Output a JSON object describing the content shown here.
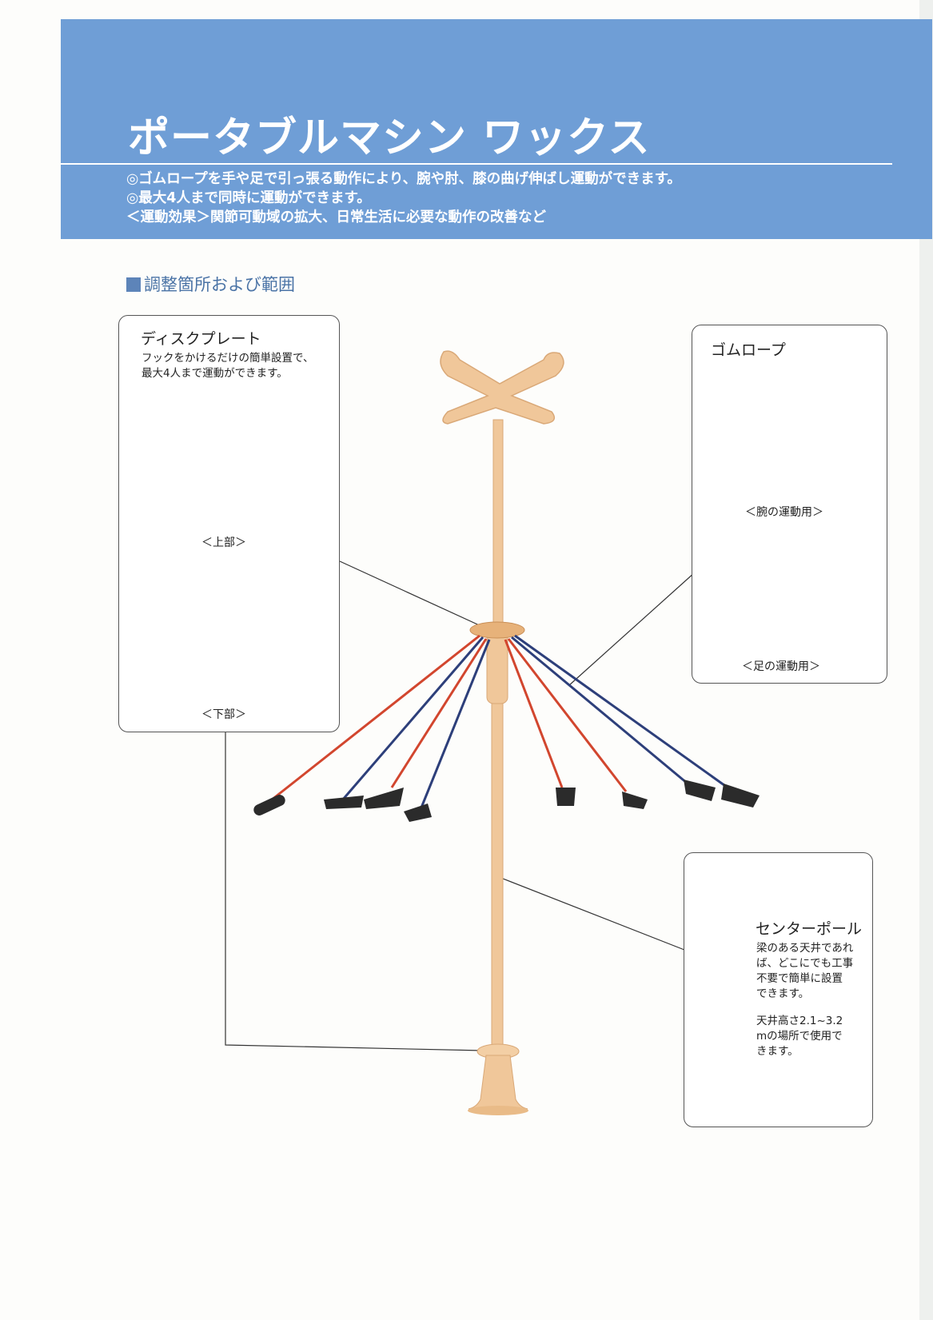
{
  "header": {
    "title": "ポータブルマシン ワックス",
    "lines": [
      "◎ゴムロープを手や足で引っ張る動作により、腕や肘、膝の曲げ伸ばし運動ができます。",
      "◎最大4人まで同時に運動ができます。",
      "＜運動効果＞関節可動域の拡大、日常生活に必要な動作の改善など"
    ]
  },
  "section": {
    "heading": "調整箇所および範囲"
  },
  "disc_plate": {
    "title": "ディスクプレート",
    "description_lines": [
      "フックをかけるだけの簡単設置で、",
      "最大4人まで運動ができます。"
    ],
    "upper_caption": "＜上部＞",
    "lower_caption": "＜下部＞"
  },
  "rubber_rope": {
    "title": "ゴムロープ",
    "arm_caption": "＜腕の運動用＞",
    "leg_caption": "＜足の運動用＞"
  },
  "center_pole": {
    "title": "センターポール",
    "description_lines": [
      "梁のある天井であれ",
      "ば、どこにでも工事",
      "不要で簡単に設置",
      "できます。"
    ],
    "spec_lines": [
      "天井高さ2.1~3.2",
      "mの場所で使用で",
      "きます。"
    ]
  },
  "colors": {
    "header_band": "#6f9ed6",
    "heading_text": "#4a73a6",
    "wood": "#f0c79a",
    "rope_red": "#d2462e",
    "rope_blue": "#2d3f7a",
    "handle": "#2b2b2b"
  }
}
